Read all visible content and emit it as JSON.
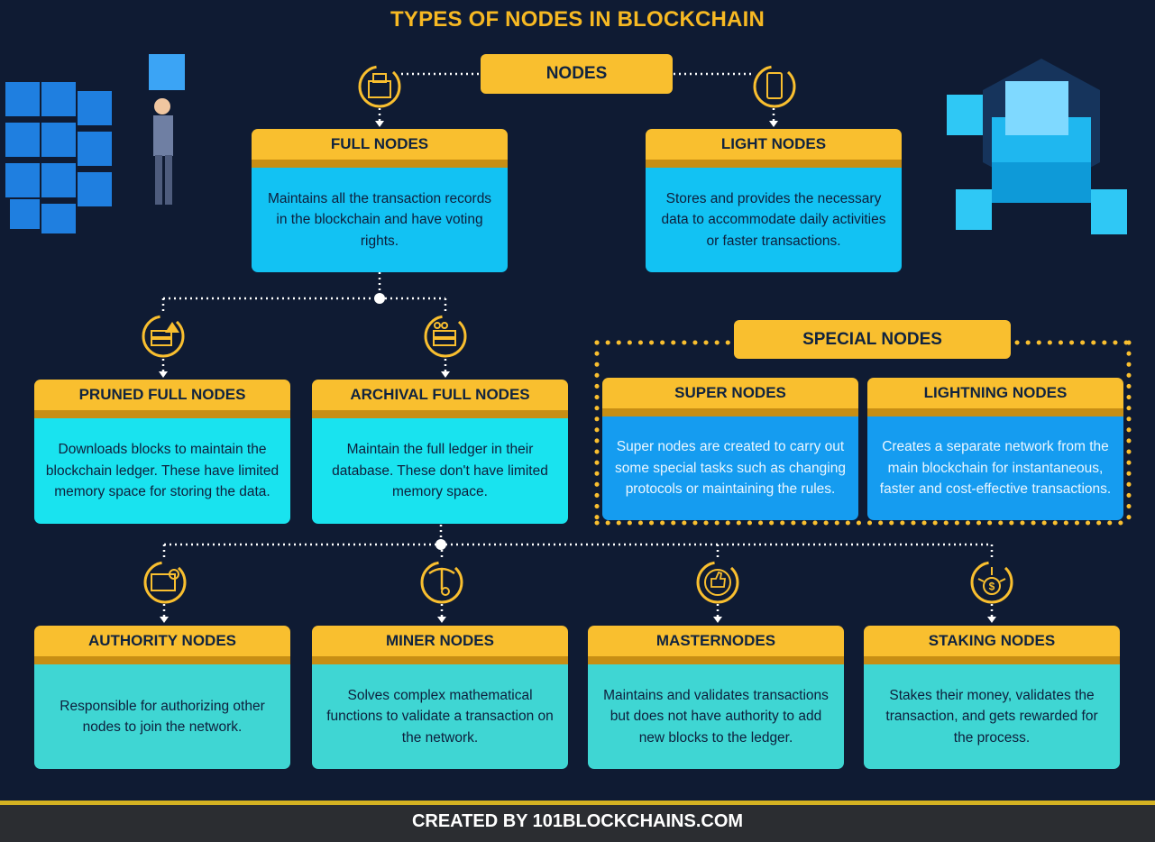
{
  "title": "TYPES OF NODES IN BLOCKCHAIN",
  "root": "NODES",
  "special_label": "SPECIAL NODES",
  "nodes": {
    "full": {
      "title": "FULL NODES",
      "text": "Maintains all the transaction records in the blockchain and have voting rights."
    },
    "light": {
      "title": "LIGHT NODES",
      "text": "Stores and provides the necessary data to accommodate daily activities or faster transactions."
    },
    "pruned": {
      "title": "PRUNED FULL NODES",
      "text": "Downloads blocks to maintain the blockchain ledger. These have limited memory space for storing the data."
    },
    "archival": {
      "title": "ARCHIVAL FULL NODES",
      "text": "Maintain the full ledger in their database. These don't have limited memory space."
    },
    "super": {
      "title": "SUPER NODES",
      "text": "Super nodes are created to carry out some special tasks such as changing protocols or maintaining the rules."
    },
    "lightning": {
      "title": "LIGHTNING NODES",
      "text": "Creates a separate network from the main blockchain for instantaneous, faster and cost-effective transactions."
    },
    "authority": {
      "title": "AUTHORITY NODES",
      "text": "Responsible for authorizing other nodes to join the network."
    },
    "miner": {
      "title": "MINER NODES",
      "text": "Solves complex mathematical functions to validate a transaction on the network."
    },
    "master": {
      "title": "MASTERNODES",
      "text": "Maintains and validates transactions but does not have authority to add new blocks to the ledger."
    },
    "staking": {
      "title": "STAKING NODES",
      "text": "Stakes their money, validates the transaction, and gets rewarded for the process."
    }
  },
  "icons": [
    "ballot-box-icon",
    "smartphone-icon",
    "server-warning-icon",
    "server-archive-icon",
    "certificate-icon",
    "pickaxe-icon",
    "thumbs-up-icon",
    "money-bag-icon"
  ],
  "footer": "CREATED BY 101BLOCKCHAINS.COM",
  "colors": {
    "background": "#0f1b33",
    "accent": "#f9bf2f",
    "full_light": "#12c2f3",
    "pruned_archival": "#19e3ef",
    "special": "#159cf0",
    "bottom_row": "#3fd6d3"
  }
}
